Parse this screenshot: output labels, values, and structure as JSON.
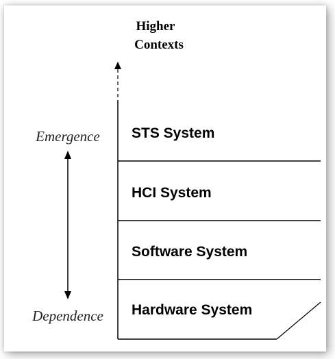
{
  "top_label": {
    "line1": "Higher",
    "line2": "Contexts"
  },
  "left_labels": {
    "top": "Emergence",
    "bottom": "Dependence"
  },
  "layers": [
    {
      "label": "STS System"
    },
    {
      "label": "HCI System"
    },
    {
      "label": "Software System"
    },
    {
      "label": "Hardware System"
    }
  ]
}
